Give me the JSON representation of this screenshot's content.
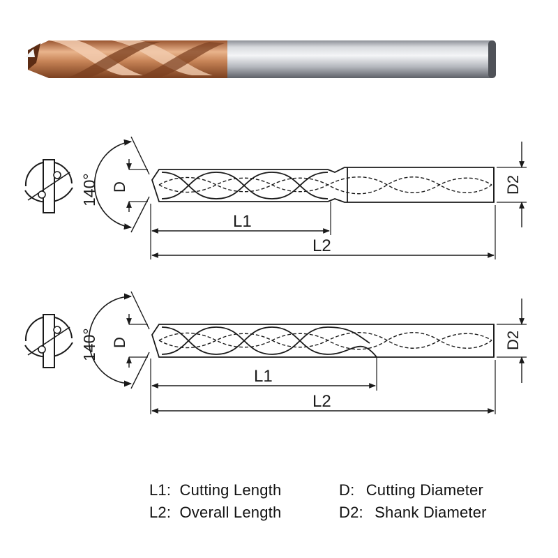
{
  "colors": {
    "line": "#1a1a1a",
    "copper_dark": "#8a4a26",
    "copper_mid": "#c27a4e",
    "copper_light": "#f0c3a0",
    "steel_dark": "#6f737a",
    "steel_light": "#f2f3f5"
  },
  "diagrams": [
    {
      "angle_label": "140°",
      "d_label": "D",
      "d2_label": "D2",
      "l1_label": "L1",
      "l2_label": "L2"
    },
    {
      "angle_label": "140°",
      "d_label": "D",
      "d2_label": "D2",
      "l1_label": "L1",
      "l2_label": "L2"
    }
  ],
  "legend": [
    {
      "key": "L1:",
      "text": "Cutting Length"
    },
    {
      "key": "L2:",
      "text": "Overall Length"
    },
    {
      "key": "D:",
      "text": "Cutting Diameter"
    },
    {
      "key": "D2:",
      "text": "Shank Diameter"
    }
  ]
}
